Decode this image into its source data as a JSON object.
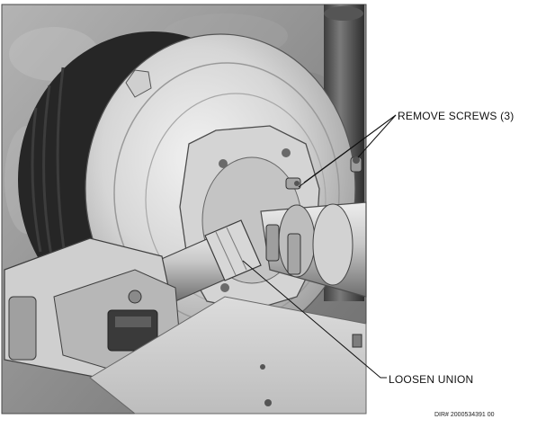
{
  "figure": {
    "callouts": {
      "remove_screws": "REMOVE SCREWS (3)",
      "loosen_union": "LOOSEN UNION"
    },
    "document_id": "DIR# 2000534391 00"
  },
  "colors": {
    "wall": "#8f8f8f",
    "metal_light": "#e2e2e2",
    "metal_mid": "#b9b9b9",
    "metal_dark": "#5a5a5a",
    "fan_black": "#262626",
    "leader_line": "#111111"
  }
}
